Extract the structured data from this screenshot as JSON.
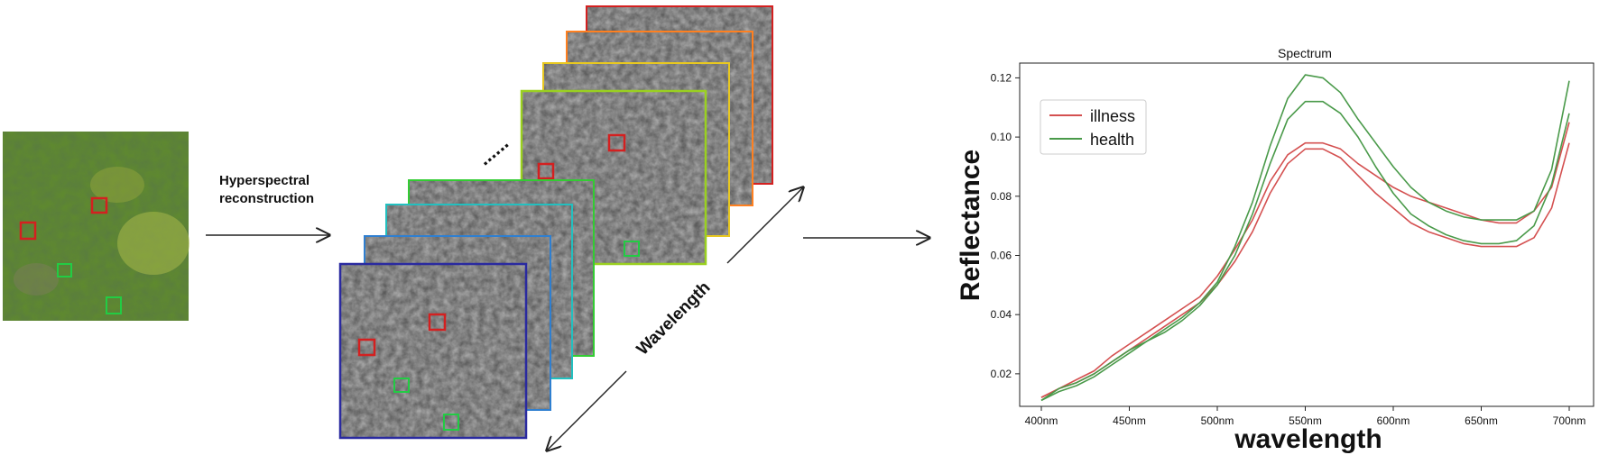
{
  "left_panel": {
    "step_label_line1": "Hyperspectral",
    "step_label_line2": "reconstruction",
    "ellipsis": "......",
    "wavelength_label": "Wavelength"
  },
  "colors": {
    "roi_illness": "#d42020",
    "roi_health": "#22cc44",
    "band_frames": [
      "#2a2aa0",
      "#2f7fd0",
      "#22c0c0",
      "#33cc33",
      "#9ad020",
      "#e8c820",
      "#ff8020",
      "#d42020"
    ]
  },
  "chart_data": {
    "type": "line",
    "title": "Spectrum",
    "xlabel": "wavelength",
    "ylabel": "Reflectance",
    "x_ticks": [
      "400nm",
      "450nm",
      "500nm",
      "550nm",
      "600nm",
      "650nm",
      "700nm"
    ],
    "y_ticks": [
      "0.02",
      "0.04",
      "0.06",
      "0.08",
      "0.10",
      "0.12"
    ],
    "xlim": [
      400,
      700
    ],
    "ylim": [
      0.009,
      0.125
    ],
    "legend": {
      "location": "upper-left",
      "entries": [
        "illness",
        "health"
      ]
    },
    "x": [
      400,
      410,
      420,
      430,
      440,
      450,
      460,
      470,
      480,
      490,
      500,
      510,
      520,
      530,
      540,
      550,
      560,
      570,
      580,
      590,
      600,
      610,
      620,
      630,
      640,
      650,
      660,
      670,
      680,
      690,
      700
    ],
    "series": [
      {
        "name": "illness",
        "color": "#d45050",
        "values": [
          0.012,
          0.015,
          0.018,
          0.021,
          0.026,
          0.03,
          0.034,
          0.038,
          0.042,
          0.046,
          0.053,
          0.062,
          0.072,
          0.085,
          0.094,
          0.098,
          0.098,
          0.096,
          0.091,
          0.087,
          0.083,
          0.08,
          0.078,
          0.076,
          0.074,
          0.072,
          0.071,
          0.071,
          0.075,
          0.083,
          0.105
        ]
      },
      {
        "name": "illness",
        "color": "#d45050",
        "values": [
          0.012,
          0.015,
          0.017,
          0.02,
          0.024,
          0.028,
          0.032,
          0.036,
          0.04,
          0.044,
          0.05,
          0.058,
          0.068,
          0.081,
          0.091,
          0.096,
          0.096,
          0.093,
          0.087,
          0.081,
          0.076,
          0.071,
          0.068,
          0.066,
          0.064,
          0.063,
          0.063,
          0.063,
          0.066,
          0.076,
          0.098
        ]
      },
      {
        "name": "health",
        "color": "#4a9a4a",
        "values": [
          0.011,
          0.015,
          0.017,
          0.02,
          0.024,
          0.028,
          0.031,
          0.035,
          0.039,
          0.044,
          0.051,
          0.063,
          0.078,
          0.097,
          0.113,
          0.121,
          0.12,
          0.115,
          0.106,
          0.098,
          0.09,
          0.083,
          0.078,
          0.075,
          0.073,
          0.072,
          0.072,
          0.072,
          0.075,
          0.089,
          0.119
        ]
      },
      {
        "name": "health",
        "color": "#4a9a4a",
        "values": [
          0.011,
          0.014,
          0.016,
          0.019,
          0.023,
          0.027,
          0.031,
          0.034,
          0.038,
          0.043,
          0.05,
          0.06,
          0.074,
          0.091,
          0.106,
          0.112,
          0.112,
          0.108,
          0.1,
          0.09,
          0.081,
          0.074,
          0.07,
          0.067,
          0.065,
          0.064,
          0.064,
          0.065,
          0.07,
          0.084,
          0.108
        ]
      }
    ]
  }
}
